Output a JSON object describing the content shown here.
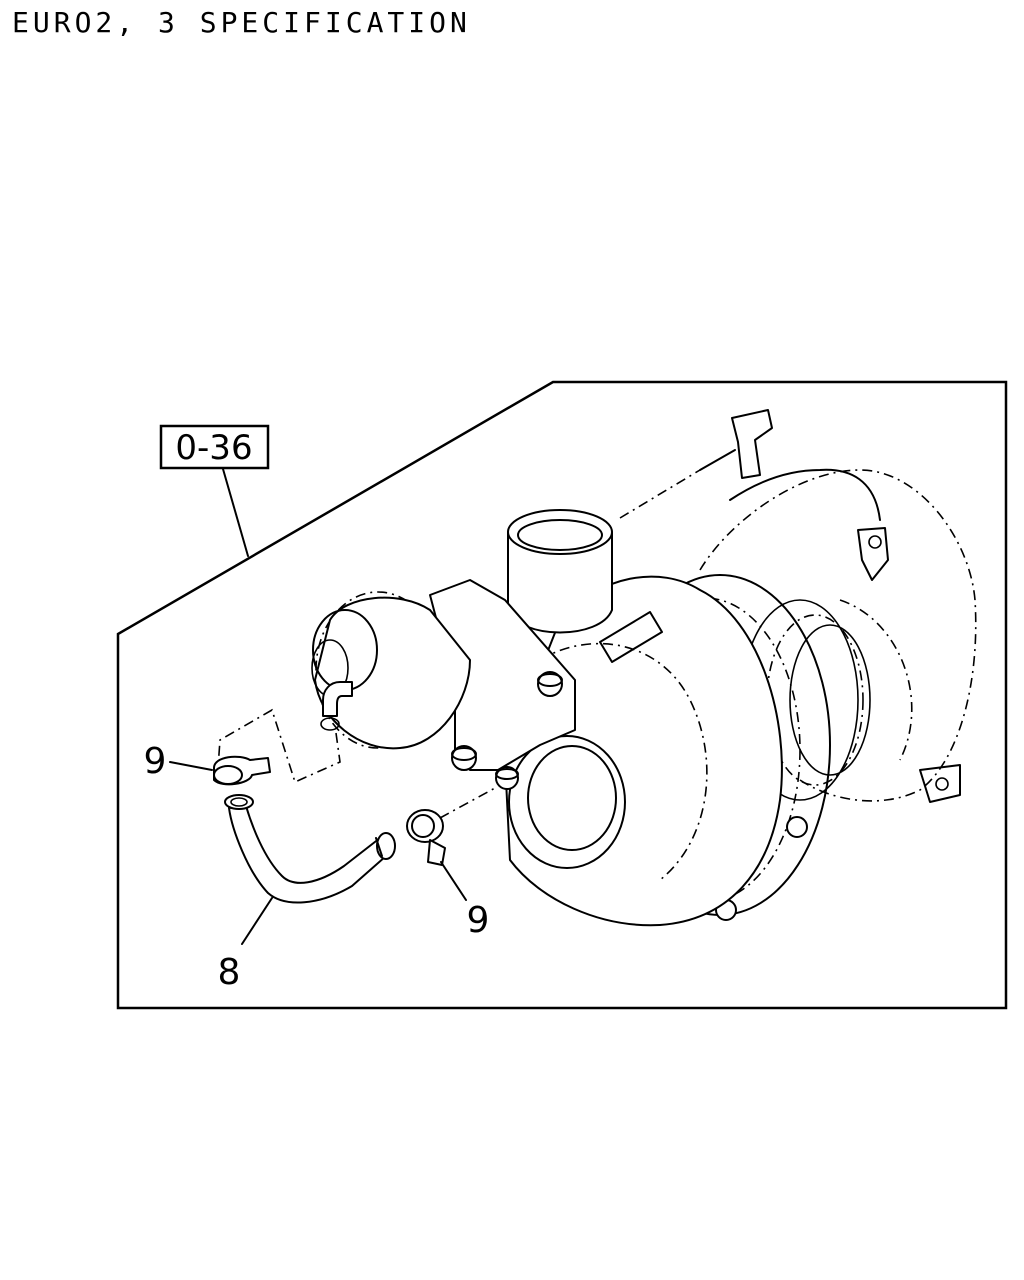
{
  "header": {
    "title": "EURO2, 3 SPECIFICATION"
  },
  "reference_box": {
    "label": "0-36"
  },
  "callouts": {
    "clamp_upper": "9",
    "clamp_lower": "9",
    "hose": "8"
  }
}
